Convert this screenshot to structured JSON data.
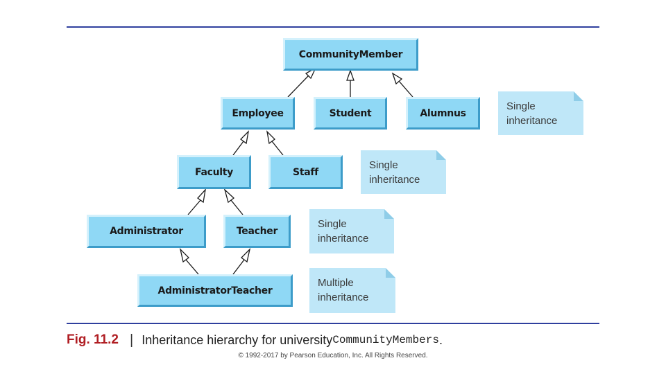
{
  "classes": {
    "community_member": "CommunityMember",
    "employee": "Employee",
    "student": "Student",
    "alumnus": "Alumnus",
    "faculty": "Faculty",
    "staff": "Staff",
    "administrator": "Administrator",
    "teacher": "Teacher",
    "administrator_teacher": "AdministratorTeacher"
  },
  "notes": [
    {
      "line1": "Single",
      "line2": "inheritance"
    },
    {
      "line1": "Single",
      "line2": "inheritance"
    },
    {
      "line1": "Single",
      "line2": "inheritance"
    },
    {
      "line1": "Multiple",
      "line2": "inheritance"
    }
  ],
  "caption": {
    "label": "Fig. 11.2",
    "separator": "|",
    "text": "Inheritance hierarchy for university ",
    "code": "CommunityMembers",
    "period": "."
  },
  "copyright": "© 1992-2017 by Pearson Education, Inc. All Rights Reserved."
}
